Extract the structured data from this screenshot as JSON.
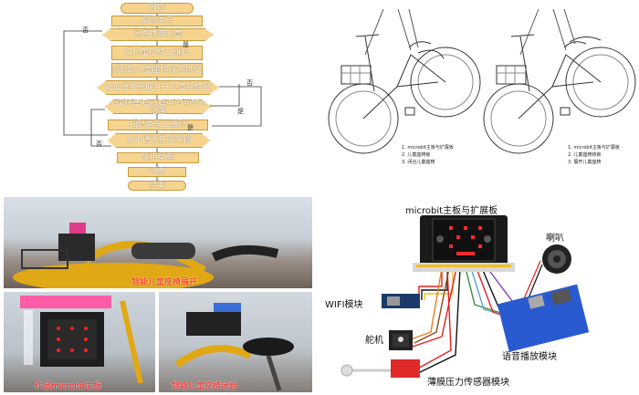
{
  "flowchart": {
    "steps": [
      "开始",
      "发现单车",
      "是否携带儿童",
      "扫儿童座椅二维码",
      "(阅读)儿童座椅服务协议",
      "app请求获取打开儿童座椅锁",
      "儿童体重超过超出荷载标准范围",
      "扫码单车二维码",
      "APP请求获取车锁",
      "使用单车",
      "计费",
      "结束"
    ],
    "branch_yes": "是",
    "branch_no": "否"
  },
  "bike_legend_left": [
    "1. microbit主板与扩展板",
    "2. 儿童座椅锁",
    "3. 闭合儿童座椅"
  ],
  "bike_legend_right": [
    "1. microbit主板与扩展板",
    "2. 儿童座椅转锁",
    "3. 展开儿童座椅"
  ],
  "photos": {
    "top_caption": "智能儿童座椅展开",
    "bottom_left_caption": "作品microbit主板",
    "bottom_right_caption": "智能儿童座椅闭合"
  },
  "wiring": {
    "board_title": "microbit主板与扩展板",
    "speaker": "喇叭",
    "wifi": "WIFI模块",
    "servo": "舵机",
    "voice": "语音播放模块",
    "pressure": "薄膜压力传感器模块"
  }
}
